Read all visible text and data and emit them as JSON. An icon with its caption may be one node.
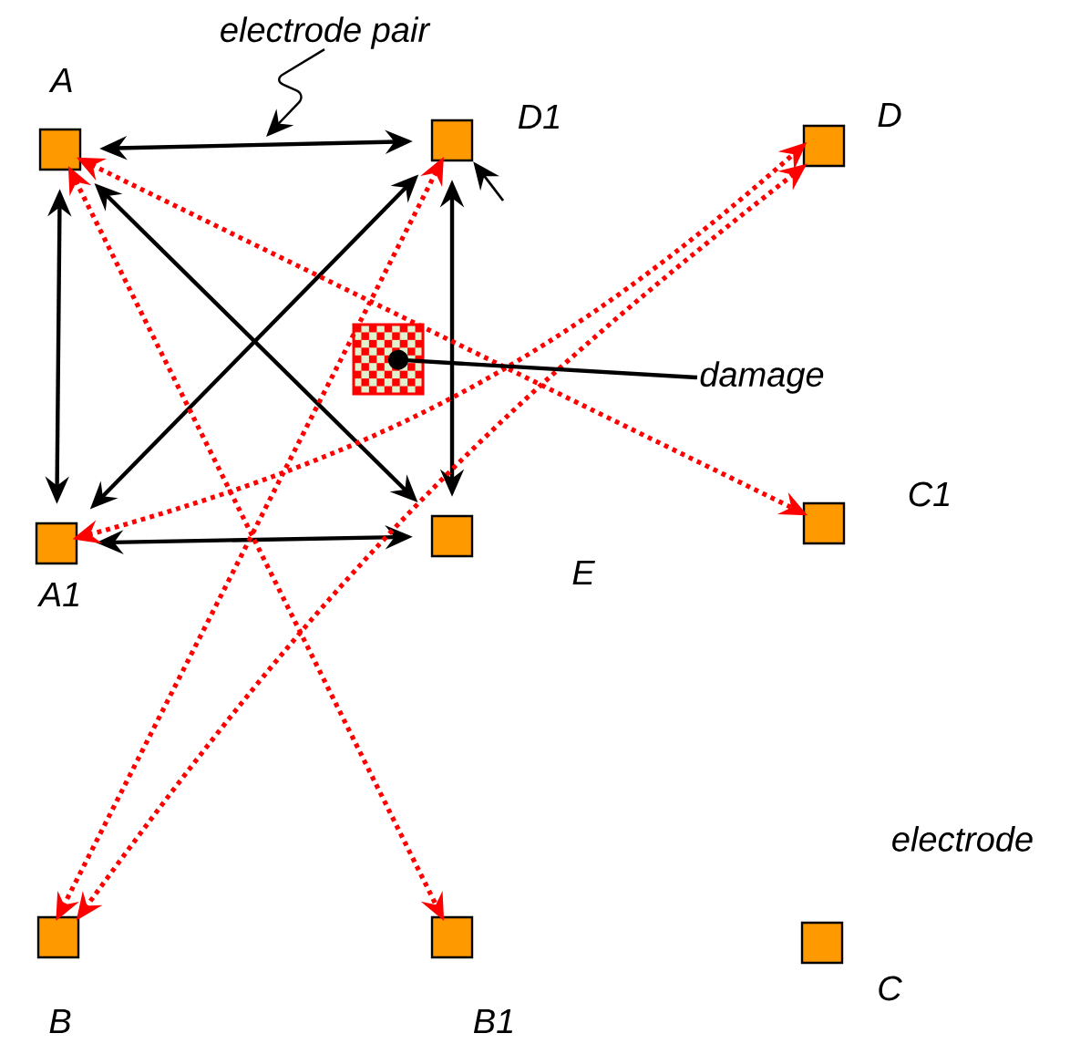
{
  "diagram": {
    "nodes": [
      {
        "text": [
          "electrode pair"
        ]
      },
      {
        "text": [],
        "shape": "box",
        "beside": [
          "A"
        ]
      },
      {
        "text": [],
        "shape": "box",
        "beside": [
          "D1"
        ]
      },
      {
        "text": [],
        "shape": "box",
        "beside": [
          "D"
        ]
      },
      {
        "text": [],
        "shape": "box"
      },
      {
        "text": [
          "damage"
        ]
      },
      {
        "text": [],
        "shape": "box",
        "beside": [
          "A1"
        ]
      },
      {
        "text": [],
        "shape": "box",
        "beside": [
          "E"
        ]
      },
      {
        "text": [],
        "shape": "box",
        "beside": [
          "C1"
        ]
      },
      {
        "text": [],
        "shape": "box",
        "beside": [
          "B"
        ]
      },
      {
        "text": [],
        "shape": "box",
        "beside": [
          "B1"
        ]
      },
      {
        "text": [],
        "shape": "box",
        "beside": [
          "C"
        ]
      }
    ],
    "edges": [
      {
        "from": 0,
        "to": null,
        "arrow": "to"
      },
      {
        "from": 1,
        "to": 2,
        "arrow": "both"
      },
      {
        "from": 1,
        "to": 6,
        "arrow": "both"
      },
      {
        "from": 2,
        "to": 7,
        "arrow": "both"
      },
      {
        "from": 6,
        "to": 7,
        "arrow": "both"
      },
      {
        "from": 1,
        "to": 7,
        "arrow": "both"
      },
      {
        "from": 2,
        "to": 6,
        "arrow": "both"
      },
      {
        "from": 1,
        "to": 8,
        "arrow": "both",
        "style": "dashed",
        "color": "#ff0000"
      },
      {
        "from": 1,
        "to": 10,
        "arrow": "both",
        "style": "dashed",
        "color": "#ff0000"
      },
      {
        "from": 6,
        "to": 3,
        "arrow": "both",
        "style": "dashed",
        "color": "#ff0000"
      },
      {
        "from": 2,
        "to": 9,
        "arrow": "both",
        "style": "dashed",
        "color": "#ff0000"
      },
      {
        "from": 3,
        "to": 9,
        "arrow": "both",
        "style": "dashed",
        "color": "#ff0000"
      },
      {
        "from": 5,
        "to": 4,
        "arrow": "other"
      },
      {
        "from": null,
        "to": 2,
        "arrow": "to"
      }
    ],
    "labels": [
      "electrode"
    ]
  }
}
